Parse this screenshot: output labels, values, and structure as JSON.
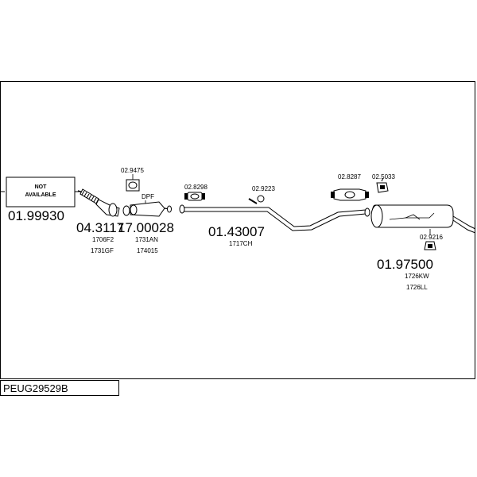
{
  "parts": {
    "not_available": {
      "line1": "NOT",
      "line2": "AVAILABLE",
      "number": "01.99930"
    },
    "front_pipe": {
      "number": "04.3117",
      "ref1": "1706F2",
      "ref2": "1731GF"
    },
    "dpf_unit": {
      "number": "17.00028",
      "label": "DPF",
      "ref1": "1731AN",
      "ref2": "174015"
    },
    "gasket_top": {
      "number": "02.9475"
    },
    "clamp_1": {
      "number": "02.8298"
    },
    "mid_pipe": {
      "number": "01.43007",
      "ref1": "1717CH"
    },
    "hanger_1": {
      "number": "02.9223"
    },
    "clamp_2": {
      "number": "02.8287"
    },
    "hanger_2": {
      "number": "02.5033"
    },
    "rear_silencer": {
      "number": "01.97500",
      "ref1": "1726KW",
      "ref2": "1726LL"
    },
    "hanger_3": {
      "number": "02.9216"
    }
  },
  "footer": {
    "code": "PEUG29529B"
  },
  "colors": {
    "line": "#000000",
    "background": "#ffffff"
  }
}
